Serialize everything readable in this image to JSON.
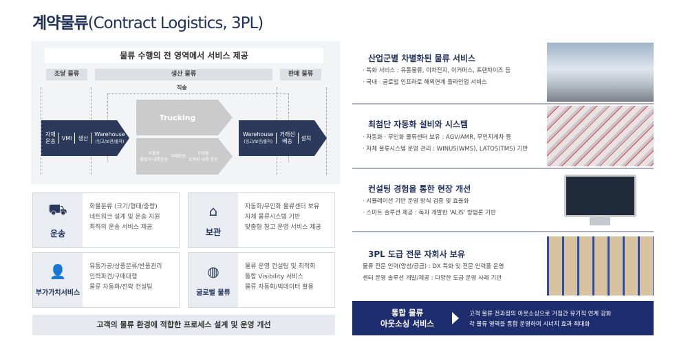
{
  "title": {
    "main": "계약물류",
    "sub": "(Contract Logistics, 3PL)"
  },
  "diagram": {
    "header": "물류 수행의 전 영역에서 서비스 제공",
    "phases": [
      "조달 물류",
      "생산 물류",
      "판매 물류"
    ],
    "direct": "직송",
    "left_arrow": {
      "items": [
        "자재\n운송",
        "VMI",
        "생산"
      ],
      "warehouse": "Warehouse",
      "warehouse_sub": "(입고/보관/출하)"
    },
    "trucking": "Trucking",
    "transport": {
      "export": "수출용\n출발지 내륙운송",
      "intl": "국제운송",
      "import": "수입용\n도착지 내륙 운송"
    },
    "right_arrow": {
      "warehouse": "Warehouse",
      "warehouse_sub": "(입고/보관/출하)",
      "delivery": "거래선\n배송",
      "install": "설치"
    }
  },
  "cards": [
    {
      "name": "운송",
      "icon": "truck-icon",
      "lines": [
        "화물분류 (크기/형태/중량)",
        "네트워크 설계 및 운송 지원",
        "최적의 운송 서비스 제공"
      ]
    },
    {
      "name": "보관",
      "icon": "warehouse-icon",
      "lines": [
        "자동화/무인화 물류센터 보유",
        "자체 물류시스템 기반",
        "맞춤형 창고 운영 서비스 제공"
      ]
    },
    {
      "name": "부가가치서비스",
      "icon": "worker-icon",
      "lines": [
        "유통가공/상품분류/반품관리",
        "인력파견/구매대행",
        "물류 자동화/전략 컨설팅"
      ]
    },
    {
      "name": "글로벌 물류",
      "icon": "globe-icon",
      "lines": [
        "물류 운영 컨설팅 및 최적화",
        "통합 Visibility 서비스",
        "물류 자동화/빅데이터 활용"
      ]
    }
  ],
  "bottom_bar": "고객의 물류 환경에 적합한 프로세스 설계 및 운영 개선",
  "sections": [
    {
      "title": "산업군별 차별화된 물류 서비스",
      "bullets": [
        "특화 서비스 : 유통물류, 이차전지, 이커머스, 프랜차이즈 등",
        "국내 · 글로벌 인프라로 해외연계 풀라인업 서비스"
      ]
    },
    {
      "title": "최첨단 자동화 설비와 시스템",
      "bullets": [
        "자동화 · 무인화 물류센터 보유 : AGV/AMR, 무인지게차 등",
        "자체 물류시스템  운영 관리 : WINUS(WMS), LATOS(TMS) 기반"
      ]
    },
    {
      "title": "컨설팅 경험을 통한 현장 개선",
      "bullets": [
        "시뮬레이션 기반 운영 방식 검증 및 효율화",
        "스마트 솔루션 제공 : 독자 개발한 'ALIS' 방법론 기반"
      ]
    },
    {
      "title": "3PL 도급 전문 자회사 보유",
      "bullets": [
        "물류 전문 인력(양성/공급) : DX 특화 및 전문 인력풀 운영",
        "센터 운영 솔루션 개발/제공 : 다양한 도급 운영 사례 기반"
      ]
    }
  ],
  "outsourcing": {
    "title1": "통합 물류",
    "title2": "아웃소싱 서비스",
    "lines": [
      "고객 물류 전과정의 아웃소싱으로 거점간 유기적 연계 강화",
      "각 물류 영역을 통합 운영하여 시너지 효과 최대화"
    ]
  }
}
